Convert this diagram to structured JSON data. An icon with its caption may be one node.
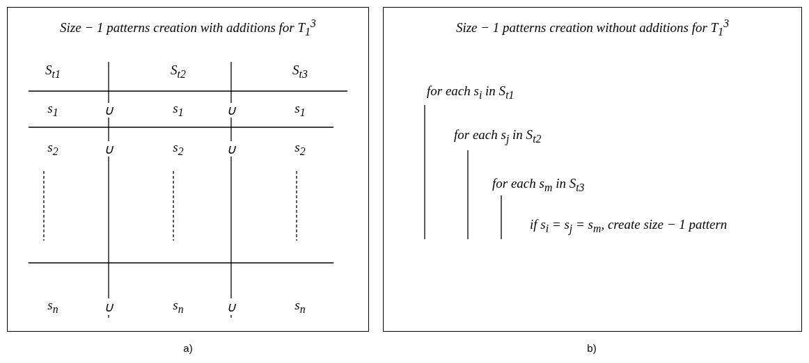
{
  "diagram": {
    "nodes": [
      {
        "text": [
          "Size − 1 patterns creation with additions for T$_{1}$$^{3}$"
        ],
        "beside": [
          "a)"
        ]
      },
      {
        "text": [
          "Size − 1 patterns creation without additions for T$_{1}$$^{3}$"
        ],
        "beside": [
          "b)"
        ]
      }
    ],
    "labels": [
      "S$_{t1}$",
      "S$_{t2}$",
      "S$_{t3}$",
      "s$_{1}$",
      "∪",
      "s$_{1}$",
      "∪",
      "s$_{1}$",
      "s$_{2}$",
      "∪",
      "s$_{2}$",
      "∪",
      "s$_{2}$",
      "s$_{n}$",
      "∪",
      "s$_{n}$",
      "∪",
      "s$_{n}$",
      "for each s$_{i}$ in S$_{t1}$",
      "for each s$_{j}$ in S$_{t2}$",
      "for each s$_{m}$ in S$_{t3}$",
      "if s$_{i}$ = s$_{j}$ = s$_{m}$, create size − 1 pattern"
    ]
  }
}
